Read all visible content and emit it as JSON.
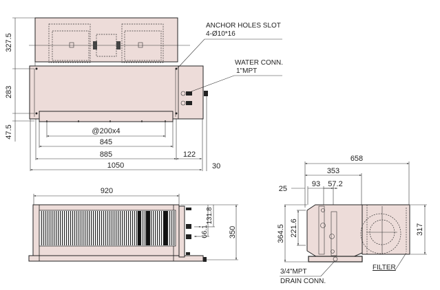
{
  "colors": {
    "unit_fill": "#eddcd9",
    "line": "#222222"
  },
  "top_view": {
    "dims": {
      "upper_height": "327.5",
      "body_height": "283",
      "base_height": "47.5",
      "hanger_pitch": "@200x4",
      "width_845": "845",
      "width_885": "885",
      "side_122": "122",
      "total_1050": "1050",
      "pipe_30": "30"
    },
    "callouts": {
      "anchor_title": "ANCHOR HOLES SLOT",
      "anchor_spec": "4-Ø10*16",
      "water_title": "WATER CONN.",
      "water_spec": "1\"MPT"
    }
  },
  "front_view": {
    "dims": {
      "width_920": "920",
      "pipe_131_8": "131.8",
      "pipe_66_1": "66.1",
      "height_350": "350"
    }
  },
  "side_view": {
    "dims": {
      "total_658": "658",
      "width_353": "353",
      "offset_25": "25",
      "offset_93": "93",
      "offset_57_2": "57.2",
      "height_364_5": "364.5",
      "height_221_6": "221.6",
      "height_317": "317"
    },
    "callouts": {
      "drain_spec": "3/4\"MPT",
      "drain_title": "DRAIN CONN.",
      "filter": "FILTER"
    }
  }
}
